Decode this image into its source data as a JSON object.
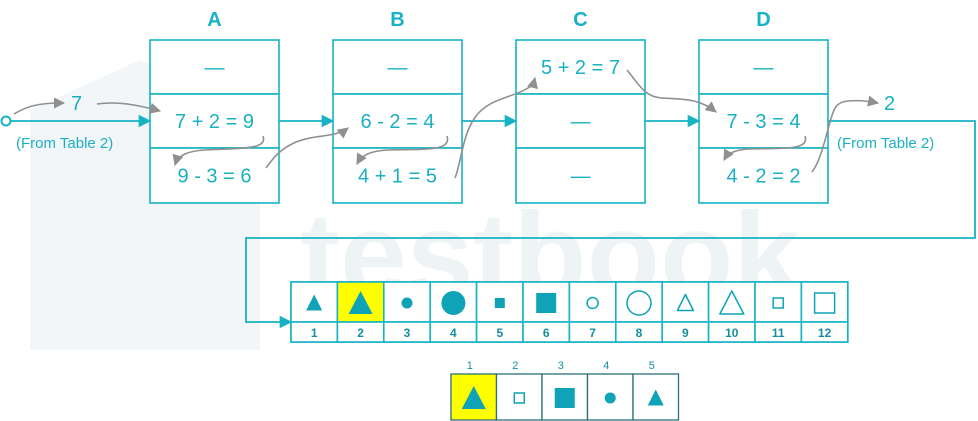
{
  "colors": {
    "teal": "#16b3c4",
    "shape_fill": "#0fa3b8",
    "gray_arrow": "#909090",
    "highlight": "#ffff00",
    "text_teal": "#1ab0c2",
    "watermark": "#eef3f5"
  },
  "input": {
    "value": "7",
    "note": "(From Table 2)"
  },
  "output": {
    "value": "2",
    "note": "(From Table 2)"
  },
  "watermark": {
    "text": "testbook"
  },
  "blocks": [
    {
      "label": "A",
      "cells": [
        "—",
        "7 + 2 = 9",
        "9 - 3 = 6"
      ]
    },
    {
      "label": "B",
      "cells": [
        "—",
        "6 - 2 = 4",
        "4 + 1 = 5"
      ]
    },
    {
      "label": "C",
      "cells": [
        "5 + 2 = 7",
        "—",
        "—"
      ]
    },
    {
      "label": "D",
      "cells": [
        "—",
        "7 - 3 = 4",
        "4 - 2 = 2"
      ]
    }
  ],
  "shapes_table": {
    "items": [
      {
        "num": "1",
        "shape": "triangle-filled-small",
        "highlight": false
      },
      {
        "num": "2",
        "shape": "triangle-filled-large",
        "highlight": true
      },
      {
        "num": "3",
        "shape": "circle-filled-small",
        "highlight": false
      },
      {
        "num": "4",
        "shape": "circle-filled-large",
        "highlight": false
      },
      {
        "num": "5",
        "shape": "square-filled-small",
        "highlight": false
      },
      {
        "num": "6",
        "shape": "square-filled-large",
        "highlight": false
      },
      {
        "num": "7",
        "shape": "circle-outline-small",
        "highlight": false
      },
      {
        "num": "8",
        "shape": "circle-outline-large",
        "highlight": false
      },
      {
        "num": "9",
        "shape": "triangle-outline-small",
        "highlight": false
      },
      {
        "num": "10",
        "shape": "triangle-outline-large",
        "highlight": false
      },
      {
        "num": "11",
        "shape": "square-outline-small",
        "highlight": false
      },
      {
        "num": "12",
        "shape": "square-outline-large",
        "highlight": false
      }
    ]
  },
  "answer_row": {
    "items": [
      {
        "num": "1",
        "shape": "triangle-filled-large",
        "highlight": true
      },
      {
        "num": "2",
        "shape": "square-outline-small",
        "highlight": false
      },
      {
        "num": "3",
        "shape": "square-filled-large",
        "highlight": false
      },
      {
        "num": "4",
        "shape": "circle-filled-small",
        "highlight": false
      },
      {
        "num": "5",
        "shape": "triangle-filled-small",
        "highlight": false
      }
    ]
  }
}
